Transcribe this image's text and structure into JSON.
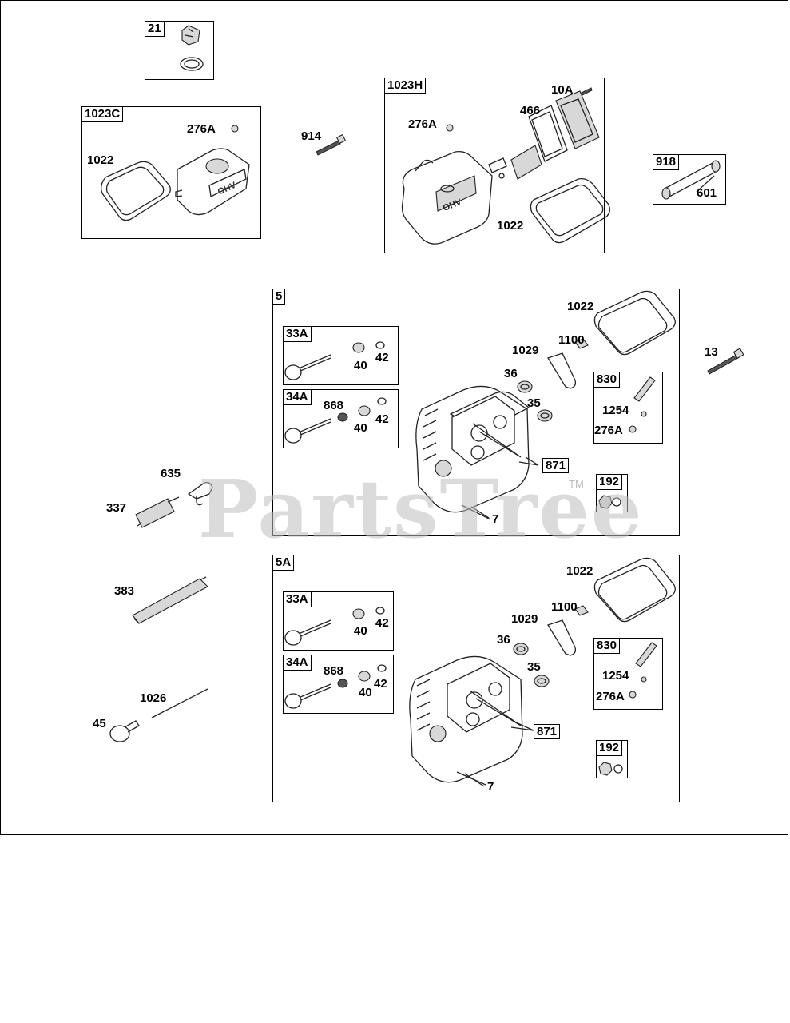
{
  "watermark": {
    "brand": "PartsTree",
    "tm": "TM"
  },
  "kits": {
    "k21": "21",
    "k1023c": "1023C",
    "k1023h": "1023H",
    "k918": "918",
    "k5": "5",
    "k5a": "5A",
    "k33a_1": "33A",
    "k34a_1": "34A",
    "k830_1": "830",
    "k192_1": "192",
    "k33a_2": "33A",
    "k34a_2": "34A",
    "k830_2": "830",
    "k192_2": "192"
  },
  "parts": {
    "p276a_c": "276A",
    "p1022_c": "1022",
    "p914": "914",
    "p10a": "10A",
    "p466": "466",
    "p276a_h": "276A",
    "p1022_h": "1022",
    "p601": "601",
    "p1022_5": "1022",
    "p1100_5": "1100",
    "p1029_5": "1029",
    "p36_5": "36",
    "p35_5": "35",
    "p13": "13",
    "p40_a1": "40",
    "p42_a1": "42",
    "p868_1": "868",
    "p40_b1": "40",
    "p42_b1": "42",
    "p1254_1": "1254",
    "p276a_1": "276A",
    "p871_1": "871",
    "p7_1": "7",
    "p635": "635",
    "p337": "337",
    "p383": "383",
    "p1026": "1026",
    "p45": "45",
    "p1022_5a": "1022",
    "p1100_5a": "1100",
    "p1029_5a": "1029",
    "p36_5a": "36",
    "p35_5a": "35",
    "p40_a2": "40",
    "p42_a2": "42",
    "p868_2": "868",
    "p40_b2": "40",
    "p42_b2": "42",
    "p1254_2": "1254",
    "p276a_2": "276A",
    "p871_2": "871",
    "p7_2": "7"
  }
}
